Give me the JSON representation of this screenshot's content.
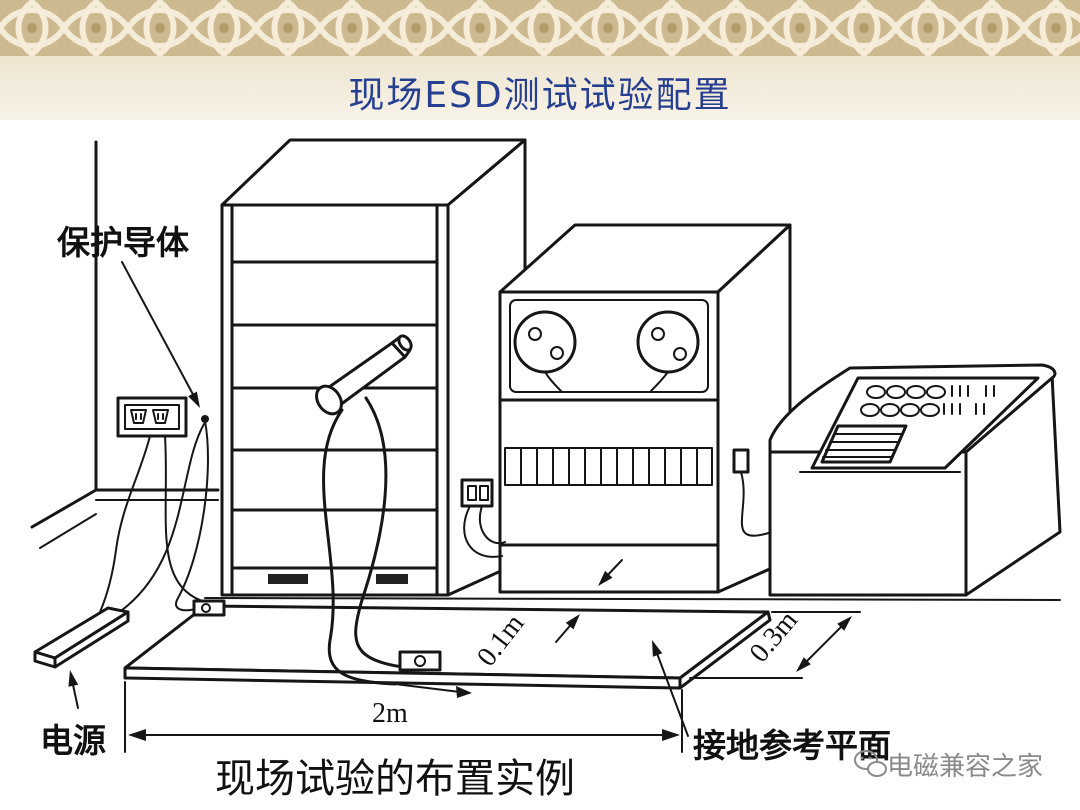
{
  "slide": {
    "title": "现场ESD测试试验配置",
    "caption": "现场试验的布置实例"
  },
  "labels": {
    "protective_conductor": "保护导体",
    "power_supply": "电源",
    "ground_reference_plane": "接地参考平面",
    "distance_total": "2m",
    "distance_front": "0.1m",
    "distance_side": "0.3m"
  },
  "watermark": {
    "icon": "wechat-icon",
    "text": "电磁兼容之家"
  },
  "colors": {
    "title": "#263f91",
    "border": "#cdb98f",
    "border_light": "#f4ecd9",
    "watermark": "#8a8a8a"
  }
}
